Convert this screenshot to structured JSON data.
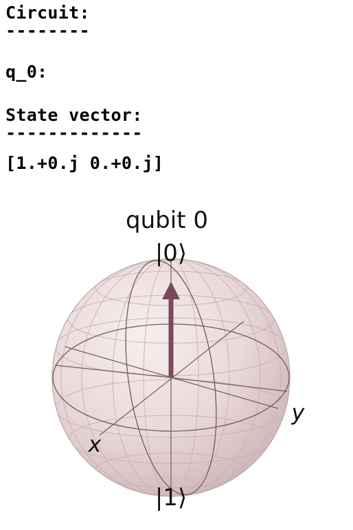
{
  "console": {
    "circuit_heading": "Circuit:",
    "circuit_rule": "--------",
    "qubit_line": "q_0:",
    "state_heading": "State vector:",
    "state_rule": "-------------",
    "state_vector": "[1.+0.j 0.+0.j]"
  },
  "bloch": {
    "title": "qubit 0",
    "ket_top": "|0⟩",
    "ket_bottom": "|1⟩",
    "axis_x": "x",
    "axis_y": "y",
    "vector_color": "#7a4a5c",
    "sphere_color": "#e9d8d9",
    "state_vector": {
      "x": 0,
      "y": 0,
      "z": 1
    }
  }
}
